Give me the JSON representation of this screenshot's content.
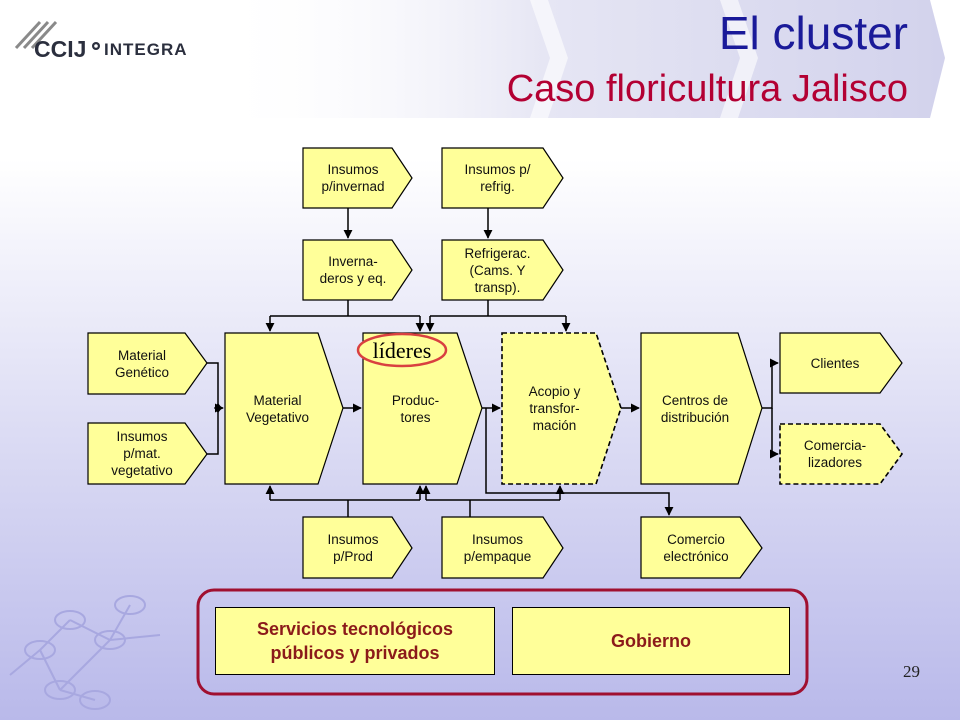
{
  "header": {
    "title": "El cluster",
    "subtitle": "Caso floricultura Jalisco",
    "logo_text": "CCIJ",
    "logo_text2": "INTEGRA"
  },
  "nodes": {
    "insumos_invernad": "Insumos\np/invernad",
    "insumos_refrig": "Insumos p/\nrefrig.",
    "invernaderos": "Inverna-\nderos y eq.",
    "refrigerac": "Refrigerac.\n(Cams. Y\ntransp).",
    "material_genetico": "Material\nGenético",
    "insumos_mat_veg": "Insumos\np/mat.\nvegetativo",
    "material_vegetativo": "Material\nVegetativo",
    "productores": "Produc-\ntores",
    "acopio": "Acopio y\ntransfor-\nmación",
    "centros": "Centros de\ndistribución",
    "clientes": "Clientes",
    "comercializadores": "Comercia-\nlizadores",
    "insumos_prod": "Insumos\np/Prod",
    "insumos_empaque": "Insumos\np/empaque",
    "comercio_electronico": "Comercio\nelectrónico"
  },
  "highlight_label": "líderes",
  "services": {
    "tecnologicos": "Servicios tecnológicos\npúblicos y privados",
    "gobierno": "Gobierno"
  },
  "page_number": "29",
  "colors": {
    "box_fill": "#ffff99",
    "title_blue": "#1a1a99",
    "subtitle_red": "#b30033",
    "frame_red": "#a01030"
  }
}
